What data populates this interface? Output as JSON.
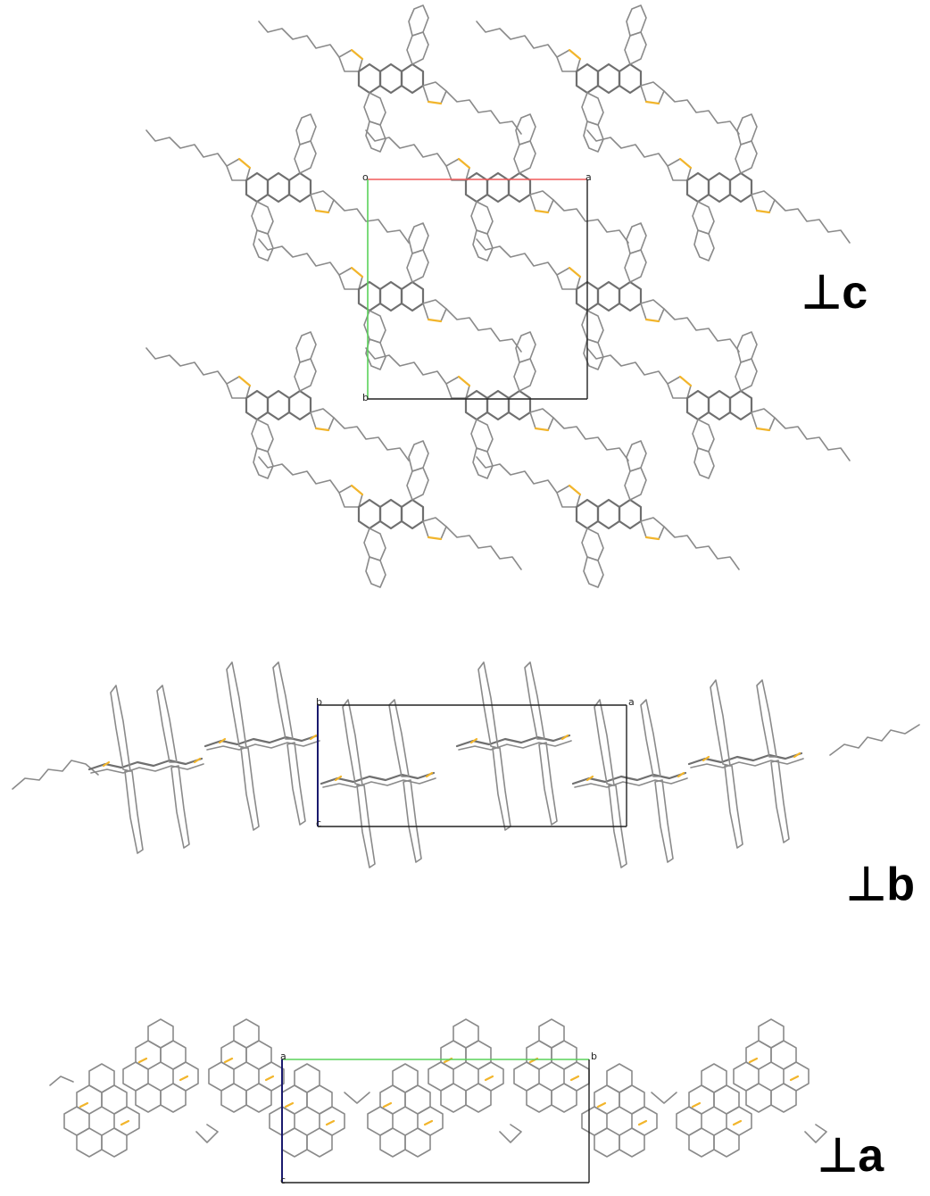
{
  "panels": [
    {
      "id": "perp-c",
      "view_label": "⊥c",
      "cell_corner_labels": [
        "o",
        "a",
        "b"
      ],
      "cell_axes": [
        {
          "axis": "a",
          "color": "#f05a5a"
        },
        {
          "axis": "b",
          "color": "#5ad25a"
        }
      ]
    },
    {
      "id": "perp-b",
      "view_label": "⊥b",
      "cell_corner_labels": [
        "b",
        "a",
        "c"
      ],
      "cell_axes": [
        {
          "axis": "c",
          "color": "#1a1a6e"
        }
      ]
    },
    {
      "id": "perp-a",
      "view_label": "⊥a",
      "cell_corner_labels": [
        "a",
        "b",
        "c"
      ],
      "cell_axes": [
        {
          "axis": "b",
          "color": "#5ad25a"
        },
        {
          "axis": "c",
          "color": "#1a1a6e"
        }
      ]
    }
  ],
  "colors": {
    "carbon_bond": "#8a8a8a",
    "sulfur": "#f2b52b",
    "cell_edge": "#222222"
  }
}
